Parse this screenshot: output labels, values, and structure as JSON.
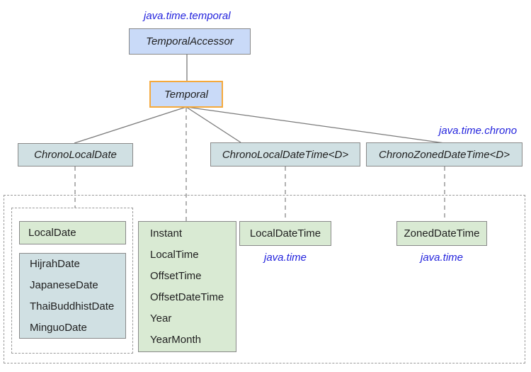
{
  "packages": {
    "temporal": "java.time.temporal",
    "chrono": "java.time.chrono",
    "java_time_left": "java.time",
    "java_time_right": "java.time"
  },
  "interfaces": {
    "temporal_accessor": "TemporalAccessor",
    "temporal": "Temporal",
    "chrono_local_date": "ChronoLocalDate",
    "chrono_local_date_time": "ChronoLocalDateTime<D>",
    "chrono_zoned_date_time": "ChronoZonedDateTime<D>"
  },
  "classes": {
    "local_date": "LocalDate",
    "chrono_date_impls": [
      "HijrahDate",
      "JapaneseDate",
      "ThaiBuddhistDate",
      "MinguoDate"
    ],
    "time_core": [
      "Instant",
      "LocalTime",
      "OffsetTime",
      "OffsetDateTime",
      "Year",
      "YearMonth"
    ],
    "local_date_time": "LocalDateTime",
    "zoned_date_time": "ZonedDateTime"
  },
  "colors": {
    "interface_fill": "#c9daf8",
    "chrono_interface_fill": "#d0e0e3",
    "class_fill": "#d9ead3",
    "highlight_border": "#f5a93c",
    "package_text": "#2323dd",
    "box_border": "#898989",
    "connector_line": "#7a7a7a",
    "dashed_line": "#999999"
  }
}
